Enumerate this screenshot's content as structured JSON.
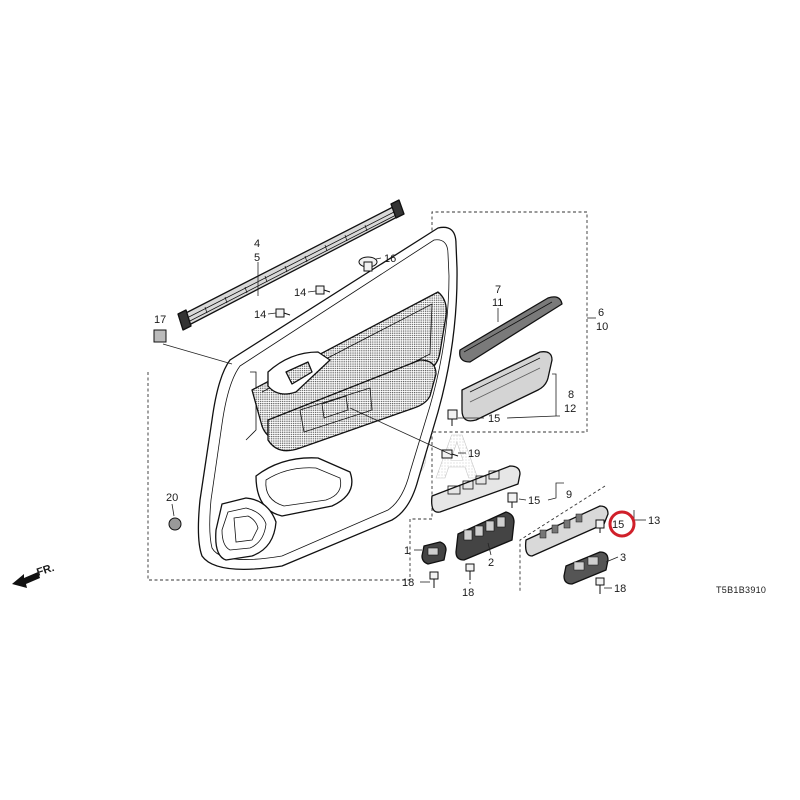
{
  "diagram": {
    "front_direction_label": "FR.",
    "diagram_code": "T5B1B3910",
    "watermark_text": "HONDA",
    "highlight_color": "#d0202a",
    "callouts": {
      "c1": "1",
      "c2": "2",
      "c3": "3",
      "c4": "4",
      "c5": "5",
      "c6": "6",
      "c7": "7",
      "c8": "8",
      "c9": "9",
      "c10": "10",
      "c11": "11",
      "c12": "12",
      "c13": "13",
      "c14a": "14",
      "c14b": "14",
      "c15a": "15",
      "c15b": "15",
      "c15c": "15",
      "c16": "16",
      "c17": "17",
      "c18a": "18",
      "c18b": "18",
      "c18c": "18",
      "c19": "19",
      "c20": "20"
    },
    "highlighted_callout": "c15c"
  }
}
